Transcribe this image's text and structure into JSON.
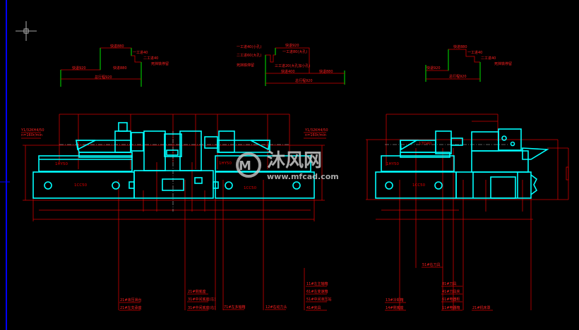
{
  "colors": {
    "background": "#000000",
    "geometry": "#00ffff",
    "dimension": "#d00000",
    "stroke_line": "#00c000",
    "left_rail": "#0000ff"
  },
  "cycle_diagrams": {
    "left": {
      "labels": [
        "快进880",
        "一工进40",
        "二工进40",
        "死挡铁停留",
        "快退920",
        "快进880",
        "总行程920"
      ]
    },
    "middle": {
      "labels": [
        "一工进40(小孔)",
        "二工进60(大孔)",
        "死挡铁停留",
        "快退920",
        "一工进80(大孔)",
        "三工进20(大孔加小孔)",
        "快进400",
        "快退880",
        "总行程920"
      ]
    },
    "right": {
      "labels": [
        "快进880",
        "一工进40",
        "二工进40",
        "死挡铁停留",
        "快退920",
        "总行程920"
      ]
    }
  },
  "front_view": {
    "unit_labels": [
      "1HY50",
      "1CC50",
      "1HY50",
      "1CC50"
    ],
    "side_notes": [
      "Y1/32KH4/50",
      "n=160r/min",
      "Y1/32KH4/50",
      "n=160r/min"
    ]
  },
  "side_view": {
    "unit_labels": [
      "1TD40",
      "1HY50",
      "1CC50"
    ]
  },
  "callouts": [
    "21#液压滑台",
    "21#左支承座",
    "21#侧底座",
    "31#中间底座(左)",
    "31#中间底座(右)",
    "71#左多轴箱",
    "11#左主轴箱",
    "61#左变速箱",
    "51#中间液压站",
    "41#夹具",
    "12#右动力头",
    "13#冷却箱",
    "14#侧底座",
    "51#右刀具",
    "81#刀具",
    "41#刀具夹",
    "61#电器柜",
    "11#电器箱",
    "21#机床罩"
  ],
  "watermark": {
    "brand": "沐风网",
    "url": "www.mfcad.com"
  }
}
